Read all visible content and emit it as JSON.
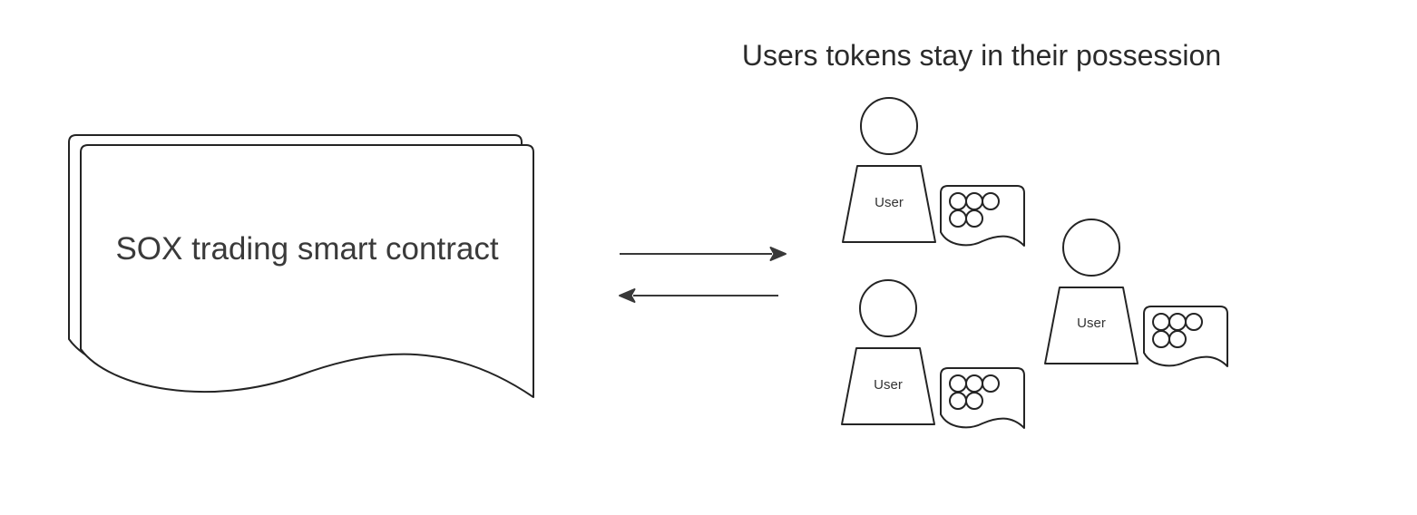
{
  "header": {
    "title": "Users tokens stay in their possession"
  },
  "contract": {
    "label": "SOX trading smart contract",
    "shape": "stacked-document"
  },
  "flows": {
    "to_users": "arrow-right-icon",
    "to_contract": "arrow-left-icon"
  },
  "users": [
    {
      "label": "User",
      "icon": "person-icon",
      "tokens_icon": "token-sheet-icon",
      "token_count": 5
    },
    {
      "label": "User",
      "icon": "person-icon",
      "tokens_icon": "token-sheet-icon",
      "token_count": 5
    },
    {
      "label": "User",
      "icon": "person-icon",
      "tokens_icon": "token-sheet-icon",
      "token_count": 5
    }
  ],
  "colors": {
    "stroke": "#242424",
    "title_text": "#2b2b2b",
    "contract_text": "#3a3a3a",
    "user_text": "#333333",
    "background": "#ffffff",
    "shape_fill": "#ffffff"
  }
}
